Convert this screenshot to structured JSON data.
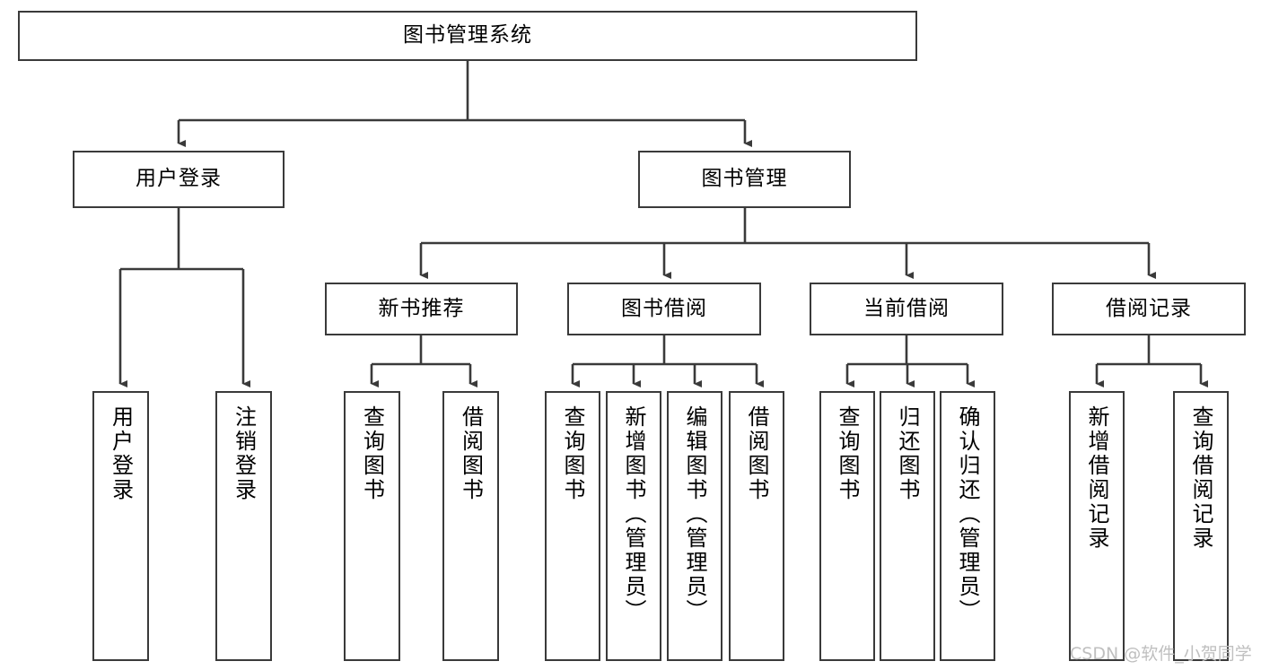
{
  "diagram": {
    "title": "图书管理系统",
    "type": "tree",
    "root": {
      "label": "图书管理系统"
    },
    "level2": [
      {
        "label": "用户登录"
      },
      {
        "label": "图书管理"
      }
    ],
    "level3": [
      {
        "label": "新书推荐"
      },
      {
        "label": "图书借阅"
      },
      {
        "label": "当前借阅"
      },
      {
        "label": "借阅记录"
      }
    ],
    "leaves": {
      "user_login": [
        {
          "label": "用户登录"
        },
        {
          "label": "注销登录"
        }
      ],
      "new_book_recommend": [
        {
          "label": "查询图书"
        },
        {
          "label": "借阅图书"
        }
      ],
      "book_borrow": [
        {
          "label": "查询图书"
        },
        {
          "label": "新增图书（管理员）"
        },
        {
          "label": "编辑图书（管理员）"
        },
        {
          "label": "借阅图书"
        }
      ],
      "current_borrow": [
        {
          "label": "查询图书"
        },
        {
          "label": "归还图书"
        },
        {
          "label": "确认归还（管理员）"
        }
      ],
      "borrow_record": [
        {
          "label": "新增借阅记录"
        },
        {
          "label": "查询借阅记录"
        }
      ]
    }
  },
  "watermark": {
    "text": "CSDN @软件_小贺同学"
  },
  "colors": {
    "border": "#3a3a3a",
    "background": "#ffffff",
    "text": "#000000",
    "watermark": "#bfbfbf"
  }
}
